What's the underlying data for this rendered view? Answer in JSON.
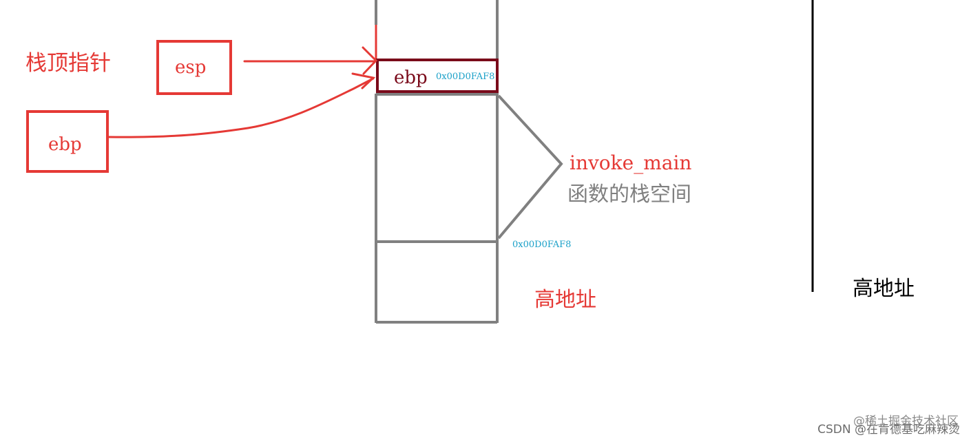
{
  "labels": {
    "stack_top_pointer": "栈顶指针",
    "esp": "esp",
    "ebp_register": "ebp",
    "ebp_stack_cell": "ebp",
    "addr_on_cell": "0x00D0FAF8",
    "addr_below_frame": "0x00D0FAF8",
    "function_name": "invoke_main",
    "frame_desc": "函数的栈空间",
    "high_addr_middle": "高地址",
    "high_addr_right": "高地址"
  },
  "watermark": {
    "top": "@稀土掘金技术社区",
    "bottom": "CSDN @在肯德基吃麻辣烫"
  },
  "colors": {
    "red": "#e53935",
    "dark_red": "#7a0a1a",
    "gray": "#808080",
    "black": "#000000",
    "cyan": "#1aa0c8"
  }
}
